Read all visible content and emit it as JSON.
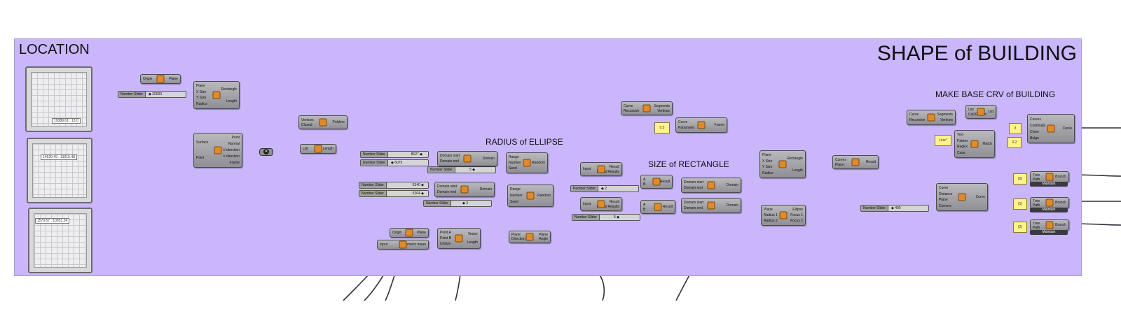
{
  "groups": {
    "location": "LOCATION",
    "shape": "SHAPE of BUILDING",
    "make_base": "MAKE BASE CRV of BUILDING",
    "radius": "RADIUS of ELLIPSE",
    "size": "SIZE of RECTANGLE"
  },
  "viewers": [
    {
      "coord": "19389.61 ; 13.0"
    },
    {
      "coord": "14520.49 ; 13015.48"
    },
    {
      "coord": "1579.57 ; 10051.24"
    }
  ],
  "sliders": {
    "s1": {
      "label": "Number Slider",
      "value": "◆ 20000"
    },
    "s2": {
      "label": "Number Slider",
      "value": "8627 ◆"
    },
    "s3": {
      "label": "Number Slider",
      "value": "◆ 6075"
    },
    "s4": {
      "label": "Number Slider",
      "value": "5 ◆"
    },
    "s5": {
      "label": "Number Slider",
      "value": "6340 ◆"
    },
    "s6": {
      "label": "Number Slider",
      "value": "5264 ◆"
    },
    "s7": {
      "label": "Number Slider",
      "value": "◆ 3"
    },
    "s8": {
      "label": "Number Slider",
      "value": "◆ 2"
    },
    "s9": {
      "label": "Number Slider",
      "value": "5 ◆"
    },
    "s10": {
      "label": "Number Slider",
      "value": "◆ 400"
    }
  },
  "panels": {
    "p1": "0.5",
    "p2": "Line*",
    "p3": "3",
    "p4": "0.2",
    "p5": "{0}",
    "p6": "{1}",
    "p7": "{2}"
  },
  "comps": {
    "plane_origin": {
      "in": [
        "Origin"
      ],
      "out": [
        "Plane"
      ]
    },
    "rectangle1": {
      "in": [
        "Plane",
        "X Size",
        "Y Size",
        "Radius"
      ],
      "out": [
        "Rectangle",
        "Length"
      ]
    },
    "surface_pt": {
      "in": [
        "Surface",
        "Point"
      ],
      "out": [
        "Point",
        "Normal",
        "U direction",
        "V direction",
        "Frame"
      ]
    },
    "polyline": {
      "in": [
        "Vertices",
        "Closed"
      ],
      "out": [
        "Polyline"
      ]
    },
    "list_length": {
      "in": [
        "List"
      ],
      "out": [
        "Length"
      ]
    },
    "domain1": {
      "in": [
        "Domain start",
        "Domain end"
      ],
      "out": [
        "Domain"
      ]
    },
    "random1": {
      "in": [
        "Range",
        "Number",
        "Seed"
      ],
      "out": [
        "Random"
      ]
    },
    "domain2": {
      "in": [
        "Domain start",
        "Domain end"
      ],
      "out": [
        "Domain"
      ]
    },
    "random2": {
      "in": [
        "Range",
        "Number",
        "Seed"
      ],
      "out": [
        "Random"
      ]
    },
    "plane2": {
      "in": [
        "Origin"
      ],
      "out": [
        "Plane"
      ]
    },
    "arith": {
      "in": [
        "Input"
      ],
      "out": [
        "Arithmetic mean"
      ]
    },
    "vector": {
      "in": [
        "Point A",
        "Point B",
        "Unitize"
      ],
      "out": [
        "Vector",
        "Length"
      ]
    },
    "angle": {
      "in": [
        "Plane",
        "Direction"
      ],
      "out": [
        "Plane",
        "Angle"
      ]
    },
    "segments1": {
      "in": [
        "Curve",
        "Recursive"
      ],
      "out": [
        "Segments",
        "Vertices"
      ]
    },
    "frame": {
      "in": [
        "Curve",
        "Parameter"
      ],
      "out": [
        "Frame"
      ]
    },
    "merge1": {
      "in": [
        "Input"
      ],
      "out": [
        "Result",
        "Partial Results"
      ]
    },
    "div1": {
      "in": [
        "A",
        "B"
      ],
      "out": [
        "Result"
      ]
    },
    "domain3": {
      "in": [
        "Domain start",
        "Domain end"
      ],
      "out": [
        "Domain"
      ]
    },
    "merge2": {
      "in": [
        "Input"
      ],
      "out": [
        "Result",
        "Partial Results"
      ]
    },
    "div2": {
      "in": [
        "A",
        "B"
      ],
      "out": [
        "Result"
      ]
    },
    "domain4": {
      "in": [
        "Domain start",
        "Domain end"
      ],
      "out": [
        "Domain"
      ]
    },
    "rectangle2": {
      "in": [
        "Plane",
        "X Size",
        "Y Size",
        "Radius"
      ],
      "out": [
        "Rectangle",
        "Length"
      ]
    },
    "ellipse": {
      "in": [
        "Plane",
        "Radius 1",
        "Radius 2"
      ],
      "out": [
        "Ellipse",
        "Focus 1",
        "Focus 2"
      ]
    },
    "orient": {
      "in": [
        "Curves",
        "Plane"
      ],
      "out": [
        "Result"
      ]
    },
    "segments2": {
      "in": [
        "Curve",
        "Recursive"
      ],
      "out": [
        "Segments",
        "Vertices"
      ]
    },
    "cull": {
      "in": [
        "List",
        "Cull Pattern"
      ],
      "out": [
        "List"
      ]
    },
    "match": {
      "in": [
        "Text",
        "Pattern",
        "RegEx",
        "Case"
      ],
      "out": [
        "Match"
      ]
    },
    "curve_join": {
      "in": [
        "Curves",
        "Continuity",
        "Close",
        "Bulge"
      ],
      "out": [
        "Curve"
      ]
    },
    "offset": {
      "in": [
        "Curve",
        "Distance",
        "Plane",
        "Corners"
      ],
      "out": [
        "Curve"
      ]
    },
    "branch1": {
      "in": [
        "Tree",
        "Path"
      ],
      "out": [
        "Branch"
      ]
    },
    "branch2": {
      "in": [
        "Tree",
        "Path"
      ],
      "out": [
        "Branch"
      ]
    },
    "branch3": {
      "in": [
        "Tree",
        "Path"
      ],
      "out": [
        "Branch"
      ]
    }
  },
  "maintain": "Maintain"
}
